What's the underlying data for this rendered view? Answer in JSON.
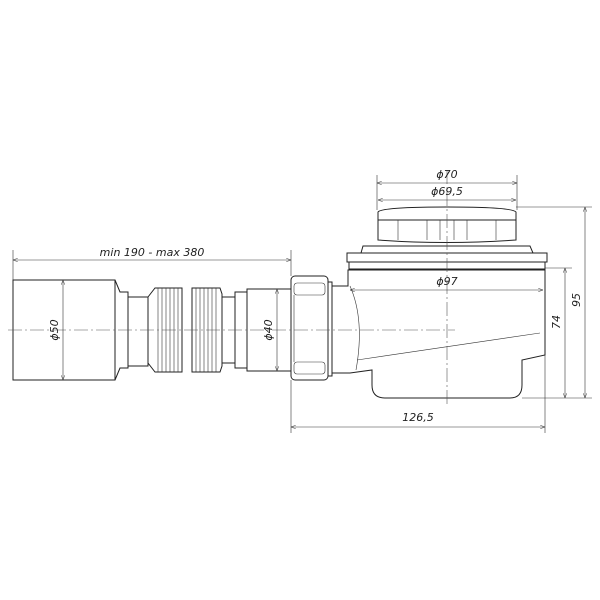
{
  "dimensions": {
    "length_range": "min 190 - max 380",
    "outlet_diameter": "ϕ50",
    "pipe_diameter": "ϕ40",
    "cap_outer_diameter": "ϕ70",
    "cap_inner_diameter": "ϕ69,5",
    "body_diameter": "ϕ97",
    "body_height": "74",
    "total_height": "95",
    "overall_width": "126,5"
  }
}
